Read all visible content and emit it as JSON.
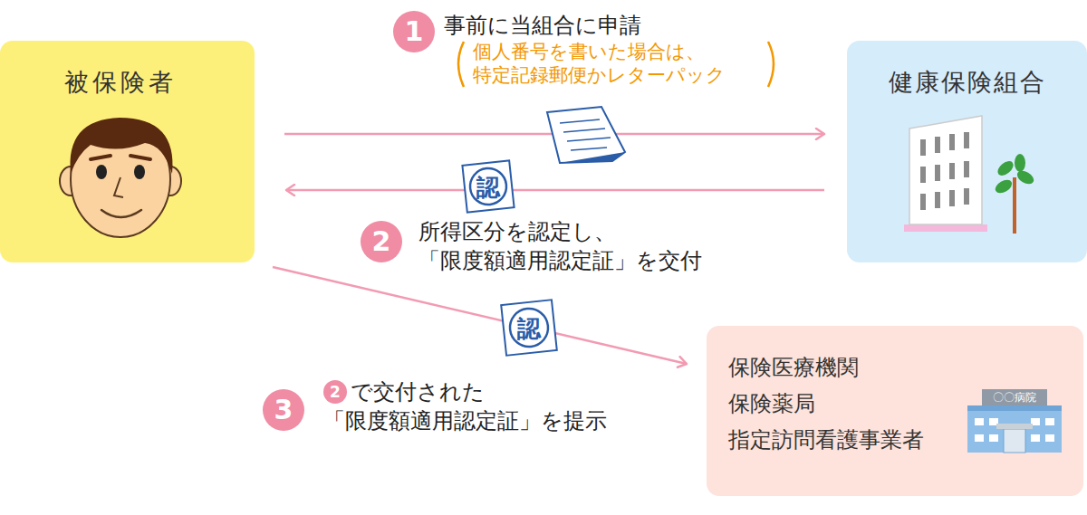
{
  "diagram": {
    "nodes": [
      {
        "text": [
          "被保険者"
        ]
      },
      {
        "text": [
          "健康保険組合"
        ]
      },
      {
        "text": [
          "保険医療機関",
          "保険薬局",
          "指定訪問看護事業者"
        ]
      }
    ],
    "edges": [
      {
        "from": 0,
        "to": 1,
        "arrow": "to",
        "label": "事前に当組合に申請"
      },
      {
        "from": 1,
        "to": 0,
        "arrow": "to",
        "label": "所得区分を認定し、 「限度額適用認定証」を交付"
      },
      {
        "from": 0,
        "to": 2,
        "arrow": "to",
        "label": "で交付された 「限度額適用認定証」を提示"
      }
    ],
    "labels": [
      "1",
      "個人番号を書いた場合は、 特定記録郵便かレターパック",
      "認",
      "2",
      "認",
      "3",
      "2",
      "〇〇病院"
    ]
  }
}
